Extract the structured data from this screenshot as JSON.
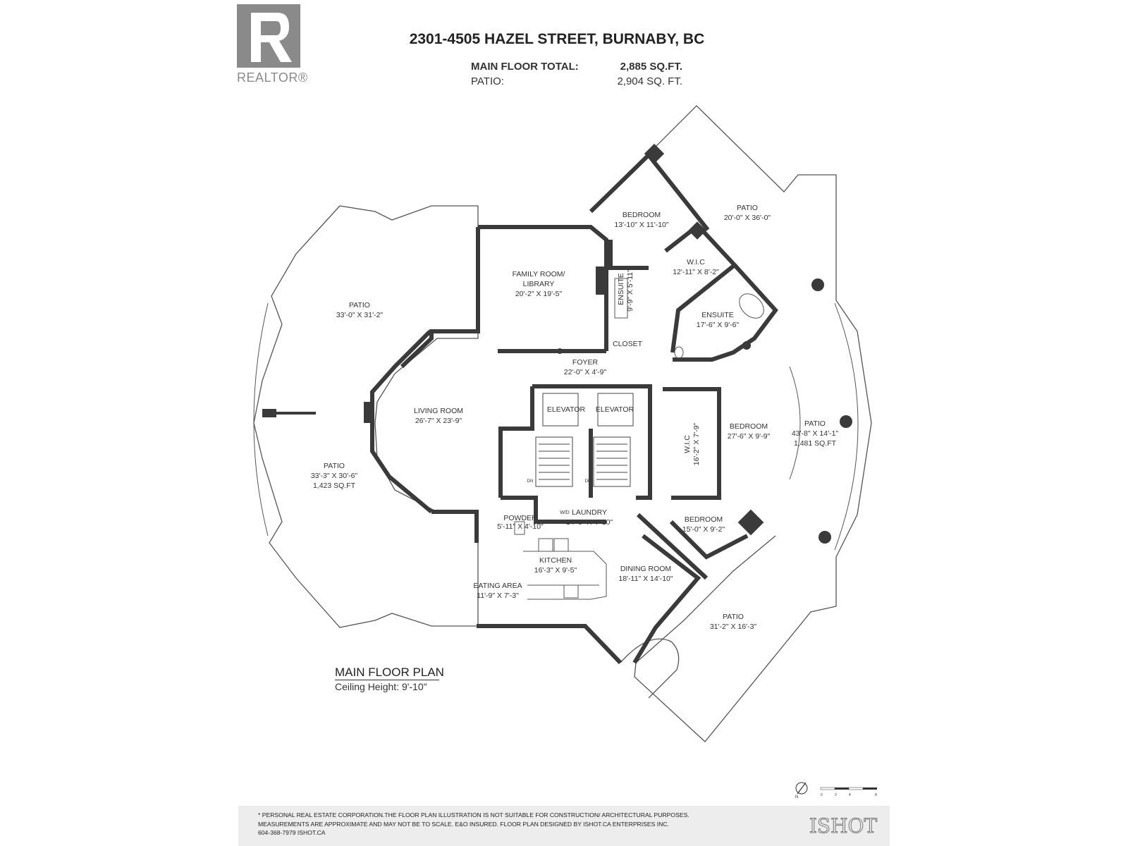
{
  "header": {
    "logo_word": "REALTOR®",
    "address": "2301-4505 HAZEL STREET, BURNABY, BC",
    "totals": [
      {
        "label": "MAIN FLOOR TOTAL:",
        "value": "2,885 SQ.FT."
      },
      {
        "label": "PATIO:",
        "value": "2,904 SQ. FT."
      }
    ]
  },
  "rooms": {
    "patio_west_upper": {
      "name": "PATIO",
      "dims": "33'-0\" X 31'-2\""
    },
    "patio_west_lower": {
      "name": "PATIO",
      "dims": "33'-3\" X 30'-6\"",
      "area": "1,423 SQ.FT"
    },
    "family_room": {
      "name1": "FAMILY ROOM/",
      "name2": "LIBRARY",
      "dims": "20'-2\" X 19'-5\""
    },
    "bedroom_north": {
      "name": "BEDROOM",
      "dims": "13'-10\" X 11'-10\""
    },
    "patio_north": {
      "name": "PATIO",
      "dims": "20'-0\" X 36'-0\""
    },
    "wic_north": {
      "name": "W.I.C",
      "dims": "12'-11\" X 8'-2\""
    },
    "ensuite_small": {
      "name": "ENSUITE",
      "dims": "9'-9\" X 5'-11\""
    },
    "ensuite_large": {
      "name": "ENSUITE",
      "dims": "17'-6\" X 9'-6\""
    },
    "closet": {
      "name": "CLOSET"
    },
    "foyer": {
      "name": "FOYER",
      "dims": "22'-0\" X 4'-9\""
    },
    "living_room": {
      "name": "LIVING ROOM",
      "dims": "26'-7\" X 23'-9\""
    },
    "elevator_1": {
      "name": "ELEVATOR"
    },
    "elevator_2": {
      "name": "ELEVATOR"
    },
    "wic_east": {
      "name": "W.I.C",
      "dims": "16'-2\" X 7'-9\""
    },
    "bedroom_east": {
      "name": "BEDROOM",
      "dims": "27'-6\" X 9'-9\""
    },
    "patio_east": {
      "name": "PATIO",
      "dims": "43'-8\" X 14'-1\"",
      "area": "1,481 SQ.FT"
    },
    "powder": {
      "name": "POWDER",
      "dims": "5'-11\" X 4'-10\""
    },
    "laundry": {
      "name": "LAUNDRY",
      "dims": "14'-0\" X 4'-10\"",
      "wd": "W/D"
    },
    "bedroom_south": {
      "name": "BEDROOM",
      "dims": "15'-0\" X 9'-2\""
    },
    "kitchen": {
      "name": "KITCHEN",
      "dims": "16'-3\" X 9'-5\""
    },
    "dining_room": {
      "name": "DINING ROOM",
      "dims": "18'-11\" X 14'-10\""
    },
    "eating_area": {
      "name": "EATING AREA",
      "dims": "11'-9\" X 7'-3\""
    },
    "patio_south": {
      "name": "PATIO",
      "dims": "31'-2\" X 16'-3\""
    }
  },
  "stair_marks": {
    "dn": "DN"
  },
  "plan_title": {
    "title": "MAIN FLOOR PLAN",
    "ceiling": "Ceiling Height: 9'-10\""
  },
  "compass": {
    "north": "N",
    "scale": [
      "0",
      "2",
      "4",
      "8"
    ]
  },
  "disclaimer": {
    "lines": [
      "* PERSONAL REAL ESTATE CORPORATION.THE FLOOR PLAN ILLUSTRATION IS NOT SUITABLE FOR CONSTRUCTION/ ARCHITECTURAL PURPOSES.",
      "MEASUREMENTS ARE APPROXIMATE AND MAY NOT BE TO SCALE. E&O INSURED. FLOOR PLAN DESIGNED BY ISHOT.CA ENTERPRISES INC.",
      "604-368-7979  ISHOT.CA"
    ],
    "brand": "ISHOT"
  },
  "colors": {
    "wall": "#3a3a3a",
    "outline": "#555555",
    "logo_gray": "#8a8a8a",
    "disclaimer_bg": "#ededed"
  }
}
